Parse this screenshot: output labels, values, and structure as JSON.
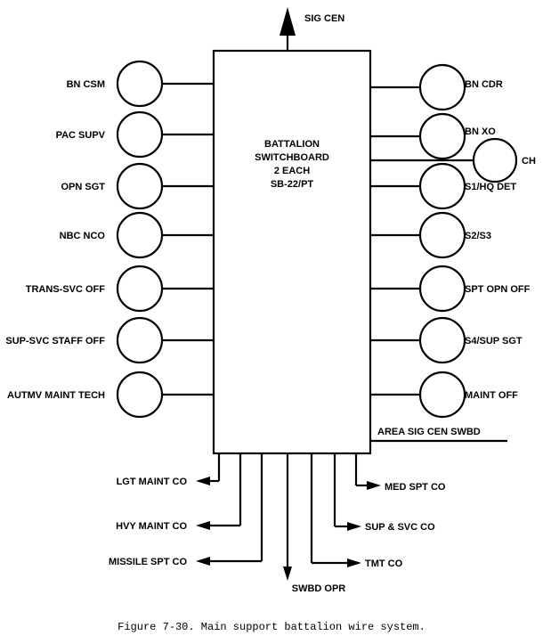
{
  "top_output": "SIG CEN",
  "switchboard": {
    "lines": [
      "BATTALION",
      "SWITCHBOARD",
      "2 EACH",
      "SB-22/PT"
    ]
  },
  "left_nodes": [
    "BN CSM",
    "PAC SUPV",
    "OPN SGT",
    "NBC NCO",
    "TRANS-SVC OFF",
    "SUP-SVC STAFF OFF",
    "AUTMV MAINT TECH"
  ],
  "right_nodes": [
    "BN CDR",
    "BN XO",
    "S1/HQ DET",
    "S2/S3",
    "SPT OPN OFF",
    "S4/SUP SGT",
    "MAINT OFF"
  ],
  "ch_node": "CH",
  "area_line": "AREA SIG CEN SWBD",
  "bottom_left": [
    "LGT MAINT CO",
    "HVY MAINT CO",
    "MISSILE SPT CO"
  ],
  "bottom_center": "SWBD OPR",
  "bottom_right": [
    "MED SPT CO",
    "SUP & SVC CO",
    "TMT CO"
  ],
  "caption": "Figure 7-30. Main support battalion wire system.",
  "colors": {
    "line": "#000000",
    "background": "#ffffff"
  }
}
